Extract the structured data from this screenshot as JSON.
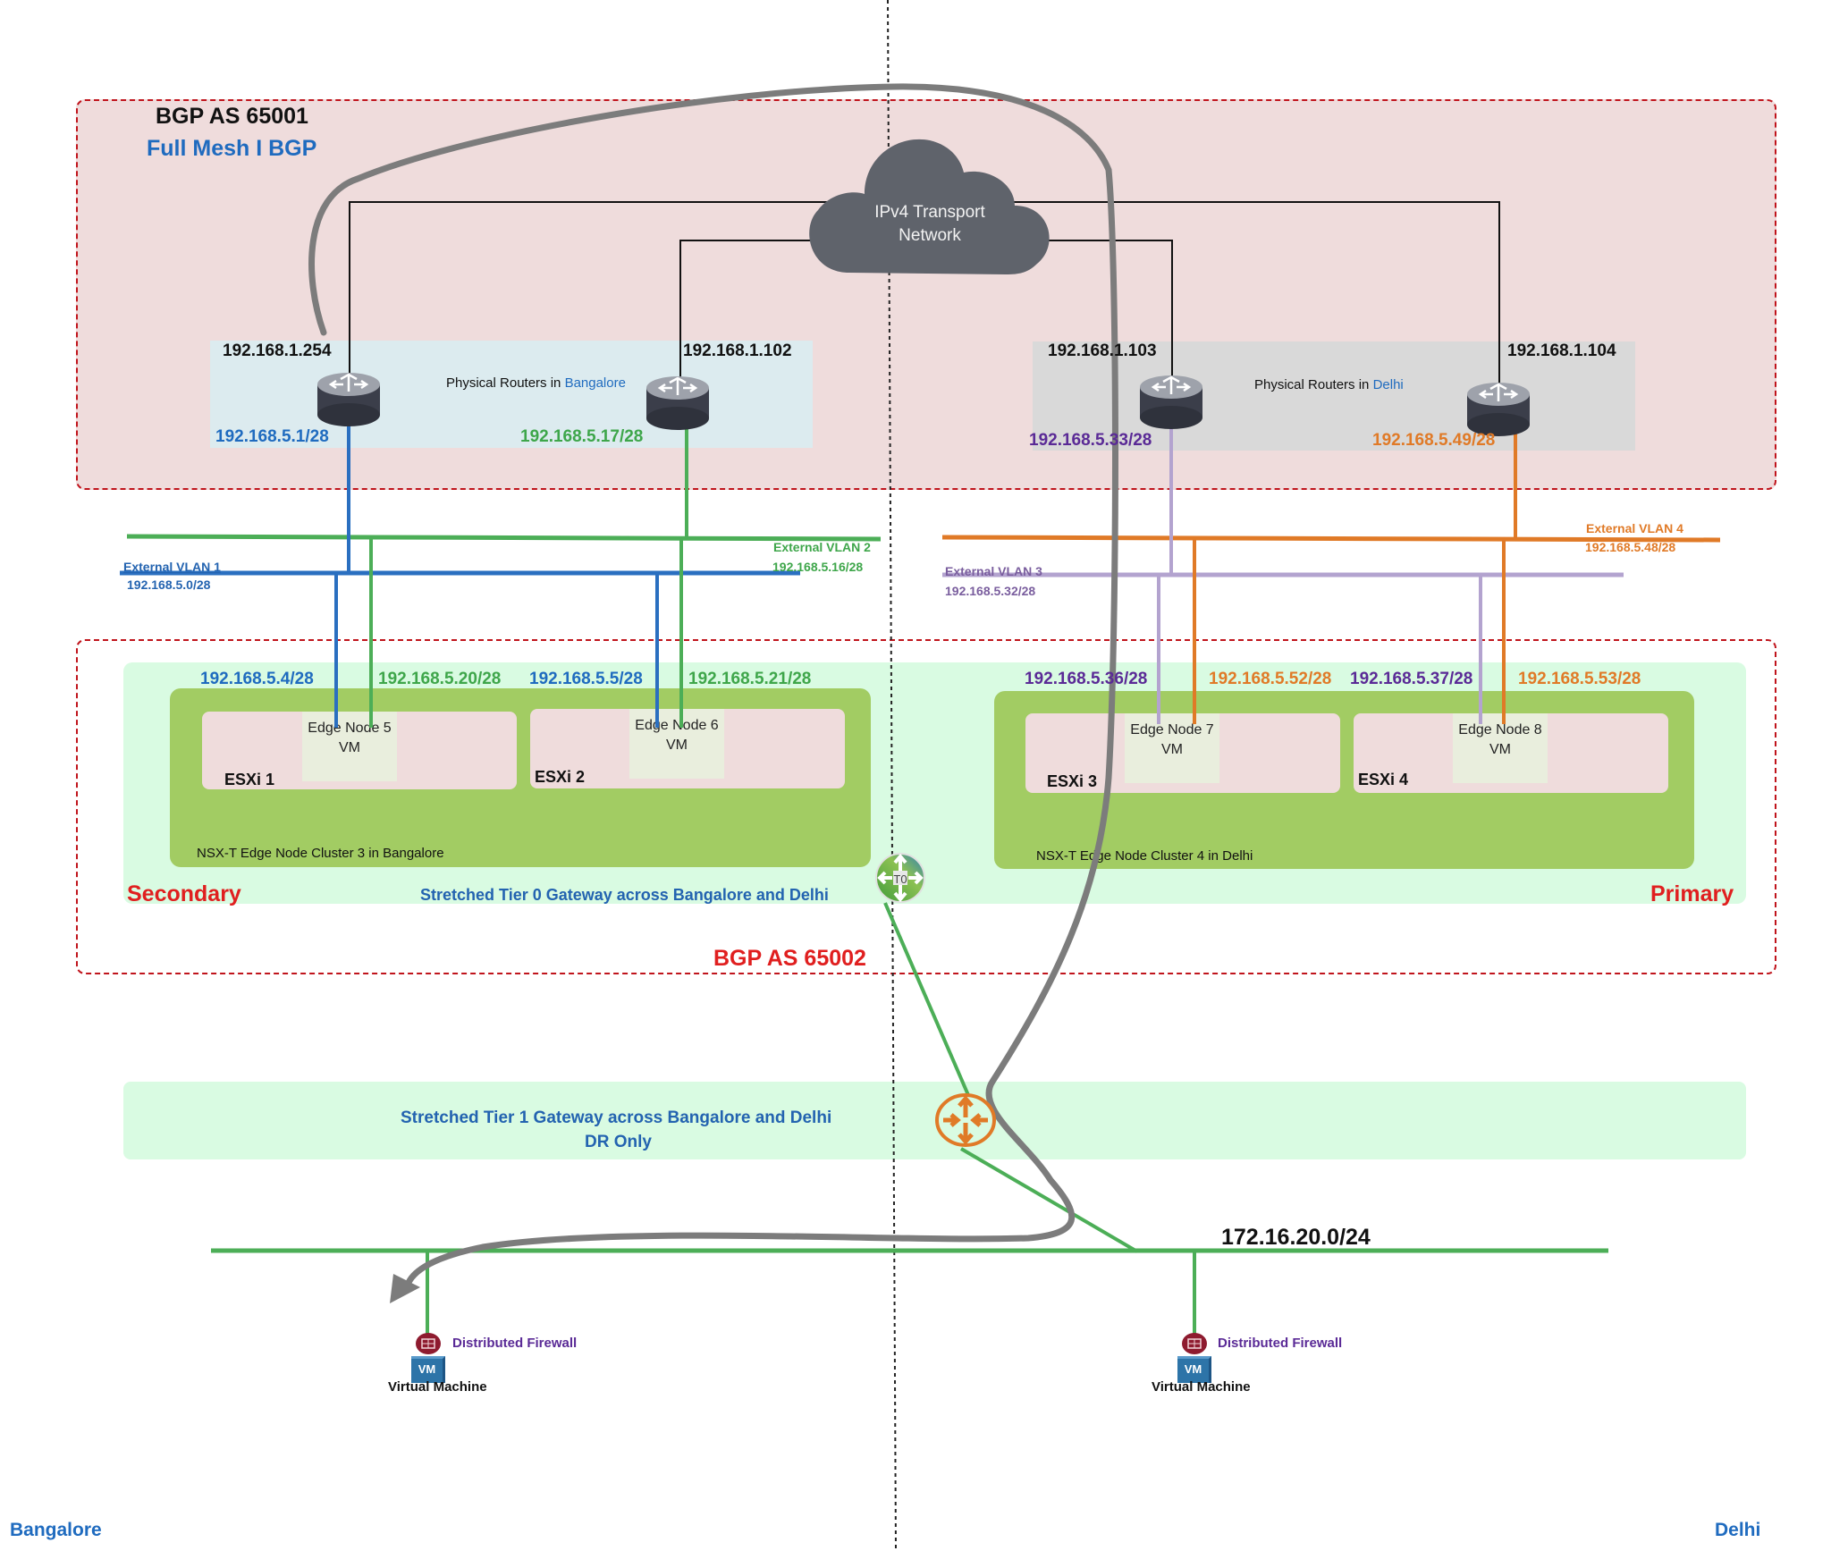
{
  "title_region_top": {
    "as_label": "BGP AS 65001",
    "subtitle": "Full Mesh I BGP"
  },
  "cloud": {
    "line1": "IPv4 Transport",
    "line2": "Network",
    "icon": "cloud-icon"
  },
  "routers_bangalore": {
    "caption_prefix": "Physical Routers in ",
    "caption_site": "Bangalore",
    "router1": {
      "mgmt_ip": "192.168.1.254",
      "uplink_ip": "192.168.5.1/28",
      "icon": "router-icon"
    },
    "router2": {
      "mgmt_ip": "192.168.1.102",
      "uplink_ip": "192.168.5.17/28",
      "icon": "router-icon"
    }
  },
  "routers_delhi": {
    "caption_prefix": "Physical Routers in ",
    "caption_site": "Delhi",
    "router3": {
      "mgmt_ip": "192.168.1.103",
      "uplink_ip": "192.168.5.33/28",
      "icon": "router-icon"
    },
    "router4": {
      "mgmt_ip": "192.168.1.104",
      "uplink_ip": "192.168.5.49/28",
      "icon": "router-icon"
    }
  },
  "vlans": {
    "vlan1": {
      "name": "External VLAN 1",
      "subnet": "192.168.5.0/28",
      "color": "#2a6fc0"
    },
    "vlan2": {
      "name": "External VLAN 2",
      "subnet": "192.168.5.16/28",
      "color": "#4cae57"
    },
    "vlan3": {
      "name": "External VLAN 3",
      "subnet": "192.168.5.32/28",
      "color": "#b3a3cf"
    },
    "vlan4": {
      "name": "External VLAN 4",
      "subnet": "192.168.5.48/28",
      "color": "#e07a27"
    }
  },
  "edge_ips": {
    "en5_vlan1": "192.168.5.4/28",
    "en5_vlan2": "192.168.5.20/28",
    "en6_vlan1": "192.168.5.5/28",
    "en6_vlan2": "192.168.5.21/28",
    "en7_vlan3": "192.168.5.36/28",
    "en7_vlan4": "192.168.5.52/28",
    "en8_vlan3": "192.168.5.37/28",
    "en8_vlan4": "192.168.5.53/28"
  },
  "cluster3": {
    "label": "NSX-T Edge Node Cluster 3 in Bangalore",
    "hosts": [
      {
        "name": "ESXi 1",
        "vm_line1": "Edge Node 5",
        "vm_line2": "VM"
      },
      {
        "name": "ESXi 2",
        "vm_line1": "Edge Node 6",
        "vm_line2": "VM"
      }
    ]
  },
  "cluster4": {
    "label": "NSX-T Edge Node Cluster 4 in Delhi",
    "hosts": [
      {
        "name": "ESXi 3",
        "vm_line1": "Edge Node 7",
        "vm_line2": "VM"
      },
      {
        "name": "ESXi 4",
        "vm_line1": "Edge Node 8",
        "vm_line2": "VM"
      }
    ]
  },
  "tier0": {
    "label": "Stretched Tier 0 Gateway across Bangalore and Delhi",
    "secondary": "Secondary",
    "primary": "Primary",
    "icon": "tier0-gateway-icon",
    "icon_glyph": "T0"
  },
  "region_bottom": {
    "as_label": "BGP AS 65002"
  },
  "tier1": {
    "line1": "Stretched Tier 1 Gateway across Bangalore and Delhi",
    "line2": "DR Only",
    "icon": "tier1-gateway-icon"
  },
  "segment": {
    "subnet": "172.16.20.0/24"
  },
  "workloads": [
    {
      "firewall_label": "Distributed Firewall",
      "vm_badge": "VM",
      "vm_label": "Virtual Machine"
    },
    {
      "firewall_label": "Distributed Firewall",
      "vm_badge": "VM",
      "vm_label": "Virtual Machine"
    }
  ],
  "sites": {
    "left": "Bangalore",
    "right": "Delhi"
  }
}
